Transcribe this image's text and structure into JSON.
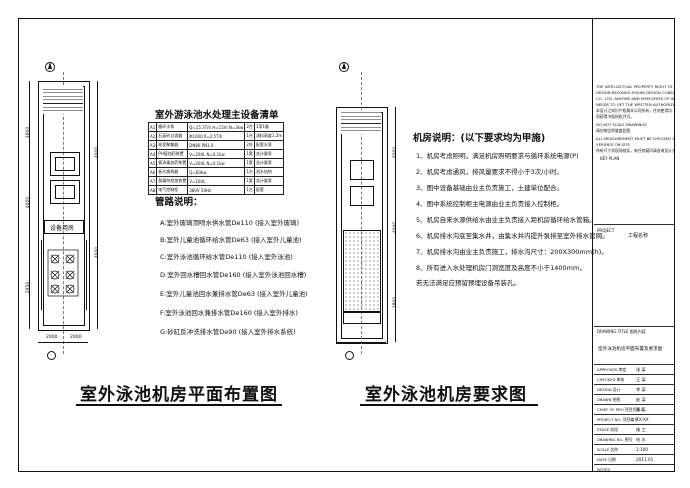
{
  "titles": {
    "left": "室外泳池机房平面布置图",
    "right": "室外泳池机房要求图"
  },
  "equipment_table": {
    "title": "室外游泳池水处理主设备清单",
    "rows": [
      [
        "A1",
        "循环水泵",
        "Q=15.3T/h H=15m N=3kw",
        "2台",
        "1用1备"
      ],
      [
        "A2",
        "石英砂过滤器",
        "Φ1000 δ=2.5T/h",
        "1台",
        "滤料高度1.2m"
      ],
      [
        "A3",
        "毛发聚集器",
        "DN80 PN1.0",
        "2台",
        "配套水泵"
      ],
      [
        "A4",
        "PH值加药装置",
        "V=200L N=0.1kw",
        "1套",
        "含计量泵"
      ],
      [
        "A5",
        "氯消毒加药装置",
        "V=200L N=0.1kw",
        "1套",
        "含计量泵"
      ],
      [
        "A6",
        "板式换热器",
        "Q=60kw",
        "1台",
        "池水加热"
      ],
      [
        "A7",
        "絮凝剂投加装置",
        "V=100L",
        "1套",
        "含计量泵"
      ],
      [
        "A8",
        "电气控制柜",
        "380V 50Hz",
        "1台",
        "配套"
      ]
    ]
  },
  "pipe": {
    "heading": "管路说明：",
    "lines": [
      "A:室外玻璃顶喷水供水管De110 (接入室外玻璃)",
      "B:室外儿童池循环给水管De63 (接入室外儿童池)",
      "C:室外泳池循环给水管De110 (接入室外泳池)",
      "D:室外回水槽回水管De160 (接入室外泳池回水槽)",
      "E:室外儿童池回水兼排水管De63 (接入室外儿童池)",
      "F:室外泳池回水兼排水管De160 (接入室外排水)",
      "G:砂缸反冲洗排水管De90 (接入室外排水系统)"
    ]
  },
  "requirements": {
    "heading": "机房说明：(以下要求均为甲施)",
    "lines": [
      "1、机房考虑照明，满足机房照明要求与循环系统电源(P)",
      "2、机房考虑通风，排风量要求不得小于3次/小时。",
      "3、图中设备基础由业主负责施工，土建单位配合。",
      "4、图中系统控制柜主电源由业主负责接入控制柜。",
      "5、机房自来水源供给水由业主负责接入距机房循环给水管箱。",
      "6、机房排水沟底至集水井，由集水井内提升泵排至室外排水管网。",
      "7、机房排水沟由业主负责施工，排水沟尺寸：200X300mm(h)。",
      "8、所有进入水处理机房门洞宽度及高度不小于1400mm，",
      "   若无法满足应预留预埋设备吊装孔。"
    ]
  },
  "plan_labels": {
    "equipment_room": "设备用房",
    "north": "N"
  },
  "dimensions": {
    "left": [
      "3900",
      "4000",
      "2950"
    ],
    "right": [
      "4000",
      "4000",
      "1800"
    ],
    "bottom": [
      "2000",
      "2000"
    ]
  },
  "title_block": {
    "notice": [
      "THE INTELLECTUAL PROPERTY RIGHT OF THIS",
      "DESIGN BELONGS ZHUAN DESIGN CONSULTANT",
      "CO., LTD. ANYONE AND EMPLOYEES OF WHO",
      "NEEDS TO GET THE WRITTEN AUTHORIZATION",
      "本设计之知识产权属本公司所有，任何使用均",
      "须获得书面授权许可。",
      "DO NOT SCALE DRAWINGS",
      "请勿按比例量度此图",
      "ALL MEASUREMENT MUST BE CHECKED AND",
      "VERIFIED ON SITE",
      "所有尺寸须现场核实，有任何疑问请咨询设计方"
    ],
    "key_plan": "KEY PLAN",
    "project_label": "PROJECT",
    "project_value": "工程名称",
    "drawing_title_label": "DRAWING TITLE 图纸内容",
    "drawing_title_value": "室外泳池机房平面布置及要求图",
    "rows": [
      {
        "label": "APPROVED 审定",
        "value": "张 某"
      },
      {
        "label": "CHECKED 审核",
        "value": "王 某"
      },
      {
        "label": "DESIGN 设计",
        "value": "李 某"
      },
      {
        "label": "DRAWN 绘图",
        "value": "赵 某"
      },
      {
        "label": "CHIEF OF PRO 项目负责人",
        "value": "陈 某"
      },
      {
        "label": "PROJECT NO. 项目编号",
        "value": "XX-XX"
      },
      {
        "label": "STAGE 阶段",
        "value": "施 工"
      },
      {
        "label": "DRAWING NO. 图号",
        "value": "给 水"
      },
      {
        "label": "SCALE 比例",
        "value": "1:100"
      },
      {
        "label": "DATE 日期",
        "value": "2011.01"
      },
      {
        "label": "NOTES",
        "value": ""
      }
    ]
  }
}
